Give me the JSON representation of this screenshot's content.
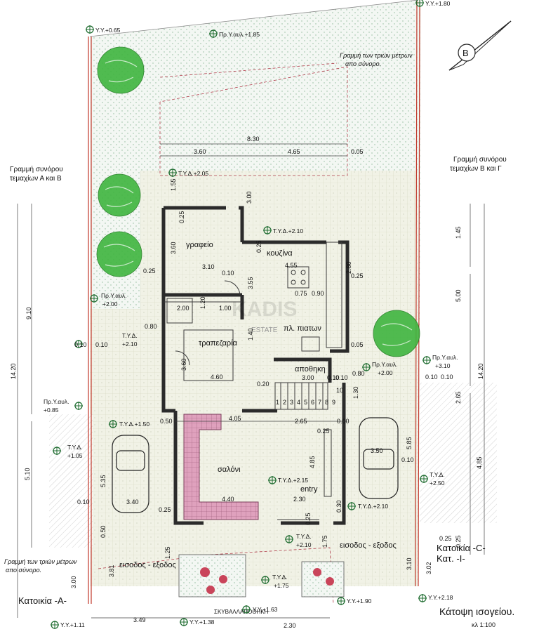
{
  "colors": {
    "wall": "#2b2b2b",
    "boundary": "#c0392b",
    "garden": "#e9f1ea",
    "paving": "#eef0e4",
    "tree": "#3fb53f",
    "cushion": "#d89ab4",
    "dimension": "#444444",
    "dashed": "#b03a48"
  },
  "icons": [
    "tree-icon",
    "level-marker-icon",
    "north-arrow-icon",
    "car-icon",
    "flower-bed-icon"
  ],
  "rooms": {
    "office": "γραφείο",
    "kitchen": "κουζίνα",
    "dining": "τραπεζαρία",
    "storage": "αποθηκη",
    "living": "σαλόνι",
    "entry": "entry",
    "bins": "ΣΚΥΒΑΛΛΑΠΟΘΗΚΗ",
    "sink_note": "πλ. πιατων"
  },
  "labels": {
    "boundary_ab": [
      "Γραμμή συνόρου",
      "τεμαχίων Α και Β"
    ],
    "boundary_bc": [
      "Γραμμή συνόρου",
      "τεμαχίων Β και Γ"
    ],
    "three_meter_top": [
      "Γραμμή των τριών μέτρων",
      "απο σύνορο."
    ],
    "three_meter_bottom": [
      "Γραμμή των τριών μέτρων",
      "απο σύνορο."
    ],
    "entrance_left": "εισοδος - εξοδος",
    "entrance_right": "εισοδος - εξοδος",
    "house_a": "Κατοικία -Α-",
    "house_c": "Κατοικία -C-",
    "house_c_cat": "Κατ. -Ι-",
    "plan_title": "Κάτοψη ισογείου.",
    "scale": "κλ 1:100",
    "north": "Β",
    "watermark": "KADIS",
    "watermark_sub": "ESTATE",
    "stair_steps": [
      "1",
      "2",
      "3",
      "4",
      "5",
      "6",
      "7",
      "8",
      "9",
      "10"
    ]
  },
  "levels": {
    "yy_065": "Υ.Υ.+0.65",
    "pr_185": "Πρ.Υ.αυλ.+1.85",
    "yy_top_right": "Υ.Υ.+1.80",
    "tyd_205": "Τ.Υ.Δ.+2.05",
    "tyd_210_kitchen": "Τ.Υ.Δ.+2.10",
    "pr_200_left": [
      "Πρ.Υ.αυλ.",
      "+2.00"
    ],
    "tyd_210_left": [
      "Τ.Υ.Δ.",
      "+2.10"
    ],
    "pr_200_right": [
      "Πρ.Υ.αυλ.",
      "+2.00"
    ],
    "pr_310": [
      "Πρ.Υ.αυλ.",
      "+3.10"
    ],
    "pr_085": [
      "Πρ.Υ.αυλ.",
      "+0.85"
    ],
    "tyd_150": "Τ.Υ.Δ.+1.50",
    "tyd_105": [
      "Τ.Υ.Δ.",
      "+1.05"
    ],
    "tyd_215": "Τ.Υ.Δ.+2.15",
    "tyd_250": [
      "Τ.Υ.Δ.",
      "+2.50"
    ],
    "tyd_210_right": "Τ.Υ.Δ.+2.10",
    "tyd_210_entry": [
      "Τ.Υ.Δ.",
      "+2.10"
    ],
    "tyd_175": [
      "Τ.Υ.Δ.",
      "+1.75"
    ],
    "yy_163": "Υ.Υ.+1.63",
    "yy_138": "Υ.Υ.+1.38",
    "yy_111": "Υ.Υ.+1.11",
    "yy_190": "Υ.Υ.+1.90",
    "yy_218": "Υ.Υ.+2.18"
  },
  "dims": {
    "d830": "8.30",
    "d360": "3.60",
    "d465": "4.65",
    "d005a": "0.05",
    "d155": "1.55",
    "d300": "3.00",
    "d025a": "0.25",
    "d360b": "3.60",
    "d310": "3.10",
    "d010a": "0.10",
    "d025b": "0.25",
    "d355": "3.55",
    "d455": "4.55",
    "d025c": "0.25",
    "d280": "2.80",
    "d075": "0.75",
    "d090": "0.90",
    "d025d": "0.25",
    "d200": "2.00",
    "d120": "1.20",
    "d100": "1.00",
    "d080a": "0.80",
    "d140": "1.40",
    "d005b": "0.05",
    "d360c": "3.60",
    "d460": "4.60",
    "d300b": "3.00",
    "d010b": "0.10",
    "d020": "0.20",
    "d080b": "0.80",
    "d010c": "0.10",
    "d010d": "0.10",
    "d010e": "0.10",
    "d130": "1.30",
    "d050": "0.50",
    "d405": "4.05",
    "d265a": "2.65",
    "d060": "0.60",
    "d025e": "0.25",
    "d535": "5.35",
    "d510": "5.10",
    "d485": "4.85",
    "d350": "3.50",
    "d585": "5.85",
    "d010f": "0.10",
    "d485b": "4.85",
    "d440": "4.40",
    "d230": "2.30",
    "d340": "3.40",
    "d010g": "0.10",
    "d025f": "0.25",
    "d030": "0.30",
    "d025g": "0.25",
    "d050b": "0.50",
    "d125": "1.25",
    "d175": "1.75",
    "d381": "3.81",
    "d300c": "3.00",
    "d310b": "3.10",
    "d302": "3.02",
    "d349": "3.49",
    "d230b": "2.30",
    "d025h": "0.25",
    "d910": "9.10",
    "d1420a": "14.20",
    "d010h": "0.10",
    "d145": "1.45",
    "d500": "5.00",
    "d1420b": "14.20",
    "d265b": "2.65",
    "d025i": "0.25",
    "d010i": "0.10"
  }
}
